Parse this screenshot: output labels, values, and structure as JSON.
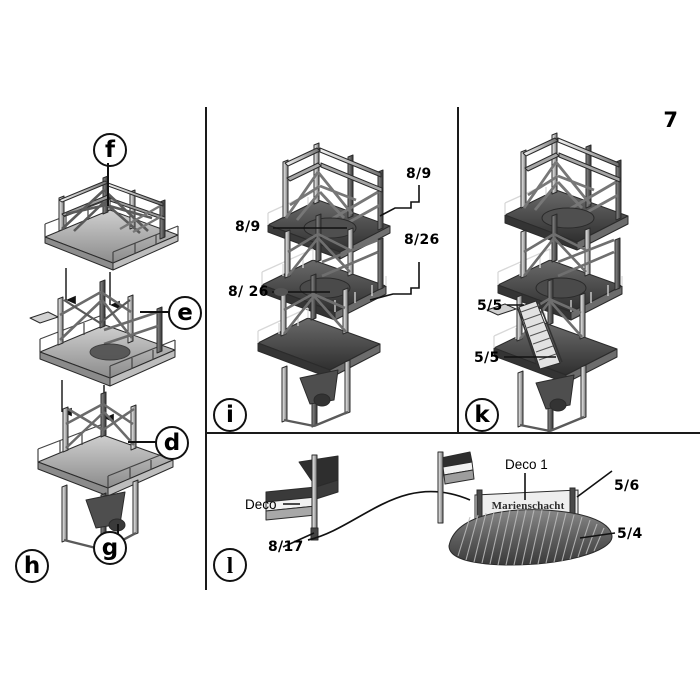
{
  "sheet": {
    "page_number": "7",
    "title": "Model kit assembly instructions - winding tower, sheet 7"
  },
  "panels": [
    {
      "id": "h",
      "marker": "h",
      "description": "Exploded view of three tower stages stacked with assembly arrows",
      "labels": [
        {
          "text": "f",
          "kind": "circled-letter"
        },
        {
          "text": "e",
          "kind": "circled-letter"
        },
        {
          "text": "d",
          "kind": "circled-letter"
        },
        {
          "text": "g",
          "kind": "circled-letter"
        }
      ]
    },
    {
      "id": "i",
      "marker": "i",
      "description": "Assembled tower with diagonal bracing, four part callouts",
      "labels": [
        {
          "text": "8/9",
          "kind": "part-number"
        },
        {
          "text": "8/9",
          "kind": "part-number"
        },
        {
          "text": "8/26",
          "kind": "part-number"
        },
        {
          "text": "8/26",
          "kind": "part-number"
        }
      ]
    },
    {
      "id": "k",
      "marker": "k",
      "description": "Tower with staircase fitted between platform levels",
      "labels": [
        {
          "text": "5/5",
          "kind": "part-number"
        },
        {
          "text": "5/5",
          "kind": "part-number"
        }
      ]
    },
    {
      "id": "l",
      "marker": "l",
      "description": "Decoration parts: flags, name sign and coal heap",
      "labels": [
        {
          "text": "Deco",
          "kind": "callout"
        },
        {
          "text": "8/17",
          "kind": "part-number"
        },
        {
          "text": "Deco 1",
          "kind": "callout"
        },
        {
          "text": "5/6",
          "kind": "part-number"
        },
        {
          "text": "5/4",
          "kind": "part-number"
        }
      ],
      "sign_text": "Marienschacht"
    }
  ],
  "callouts": {
    "f": "f",
    "e": "e",
    "d": "d",
    "g": "g",
    "i_left_top": "8/9",
    "i_right_top": "8/9",
    "i_left_bottom": "8/ 26",
    "i_right_bottom": "8/26",
    "k_upper": "5/5",
    "k_lower": "5/5",
    "l_deco": "Deco",
    "l_817": "8/17",
    "l_deco1": "Deco 1",
    "l_56": "5/6",
    "l_54": "5/4",
    "sign": "Marienschacht"
  },
  "colors": {
    "ink": "#1a1a1a",
    "paper": "#ffffff",
    "steel_light": "#d8d8d8",
    "steel_mid": "#9a9a9a",
    "steel_dark": "#4a4a4a",
    "deck_dark": "#3b3b3b"
  }
}
